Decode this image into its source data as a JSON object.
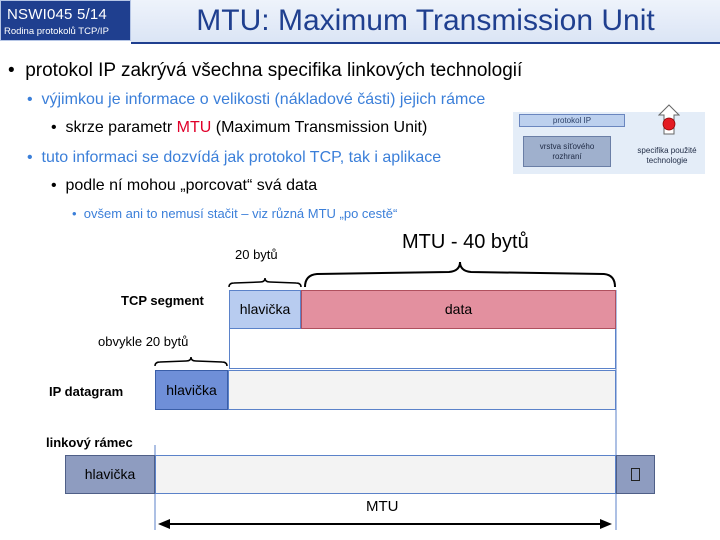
{
  "header": {
    "course_code": "NSWI045   5/14",
    "subtitle": "Rodina protokolů TCP/IP",
    "title": "MTU: Maximum Transmission Unit"
  },
  "bullets": {
    "l1": "protokol IP zakrývá všechna specifika linkových technologií",
    "l2a": "výjimkou je informace o velikosti (nákladové části) jejich rámce",
    "l3a_pre": "skrze parametr ",
    "l3a_red": "MTU",
    "l3a_post": " (Maximum Transmission Unit)",
    "l2b": "tuto informaci se dozvídá jak protokol TCP, tak i aplikace",
    "l3b": "podle ní mohou „porcovat“ svá data",
    "l4": "ovšem ani to nemusí stačit – viz různá MTU „po cestě“"
  },
  "mini_diagram": {
    "ip_label": "protokol IP",
    "link_label": "vrstva síťového rozhraní",
    "spec_label": "specifika použité technologie"
  },
  "diagram": {
    "mtu_minus_label": "MTU - 40 bytů",
    "tcp_header_size": "20 bytů",
    "ip_header_size": "obvykle 20 bytů",
    "tcp_segment_label": "TCP segment",
    "tcp_header": "hlavička",
    "tcp_data": "data",
    "ip_datagram_label": "IP  datagram",
    "ip_header": "hlavička",
    "link_frame_label": "linkový rámec",
    "frame_header": "hlavička",
    "frame_trailer": "",
    "mtu_label": "MTU"
  },
  "colors": {
    "header_blue": "#1f3f8f",
    "bullet_blue": "#3b7fd9",
    "tcp_header_fill": "#b8ccf0",
    "data_fill": "#e3909f",
    "ip_header_fill": "#6f8fd8",
    "frame_fill": "#8e9cc0"
  }
}
